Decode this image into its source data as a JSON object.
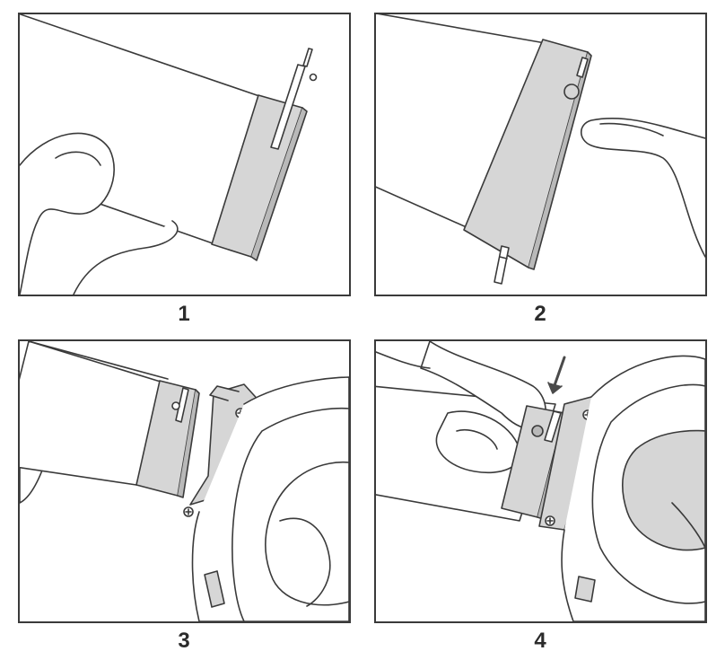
{
  "steps": [
    {
      "number": "1"
    },
    {
      "number": "2"
    },
    {
      "number": "3"
    },
    {
      "number": "4"
    }
  ],
  "colors": {
    "stroke": "#3a3a3a",
    "metal": "#d6d6d6",
    "metal_dark": "#b9b9b9",
    "skin": "#ffffff",
    "arrow": "#4a4a4a"
  }
}
